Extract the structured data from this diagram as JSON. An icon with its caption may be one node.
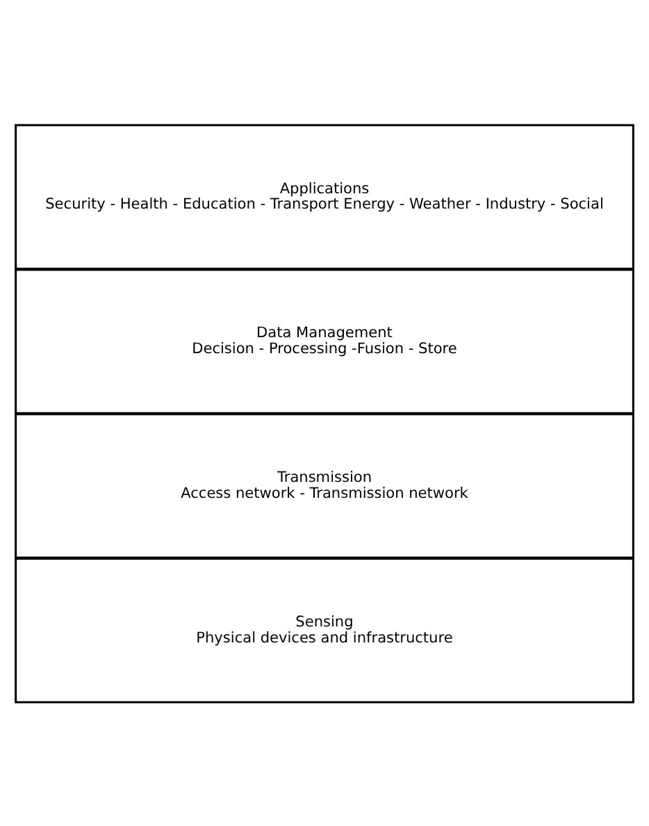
{
  "diagram": {
    "nodes": [
      {
        "text": [
          "Applications",
          "Security - Health - Education - Transport Energy - Weather - Industry - Social"
        ]
      },
      {
        "text": [
          "Data Management",
          "Decision - Processing -Fusion - Store"
        ]
      },
      {
        "text": [
          "Transmission",
          "Access network - Transmission network"
        ]
      },
      {
        "text": [
          "Sensing",
          "Physical devices and infrastructure"
        ]
      }
    ]
  }
}
